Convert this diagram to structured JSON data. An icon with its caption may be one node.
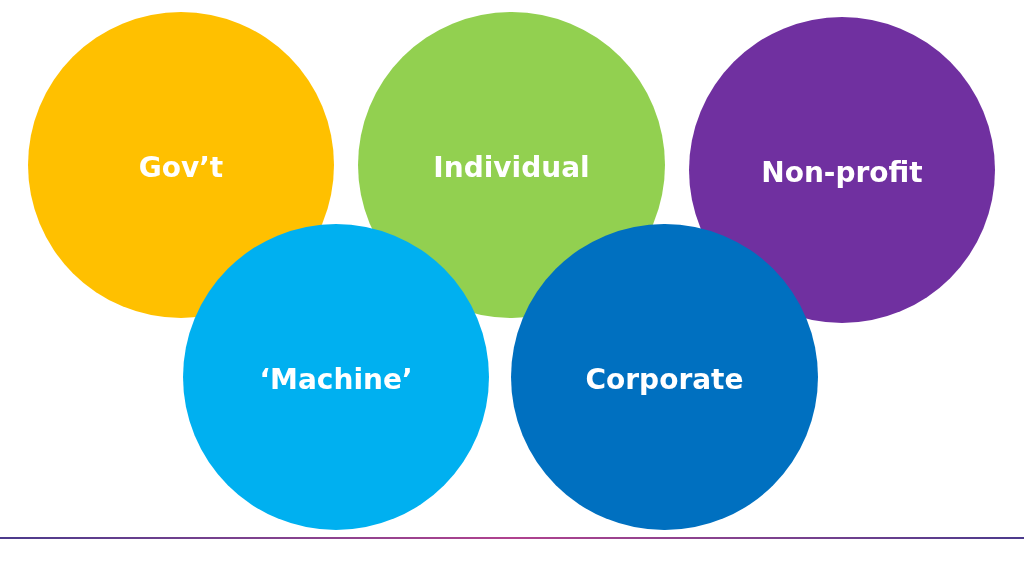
{
  "diagram": {
    "nodes": [
      {
        "text": [
          "Gov’t"
        ]
      },
      {
        "text": [
          "Individual"
        ]
      },
      {
        "text": [
          "Non-profit"
        ]
      },
      {
        "text": [
          "‘Machine’"
        ]
      },
      {
        "text": [
          "Corporate"
        ]
      }
    ]
  }
}
